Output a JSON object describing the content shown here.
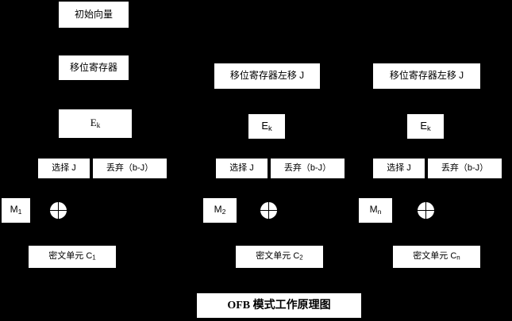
{
  "diagram": {
    "title": "OFB 模式工作原理图",
    "background_color": "#000000",
    "box_color": "#ffffff",
    "text_color": "#000000",
    "rows": {
      "iv_label": "初始向量",
      "shift_register_label": "移位寄存器",
      "shift_register_shift_label": "移位寄存器左移 J",
      "encrypt_label_html": "E",
      "encrypt_sub": "k",
      "select_label": "选择 J",
      "discard_label": "丢弃（b-J）",
      "ciphertext_label": "密文单元 C",
      "plaintext_label": "M",
      "xor_icon": "xor-circle-icon"
    },
    "columns": [
      {
        "index": 1,
        "shift_register": "移位寄存器",
        "encrypt": "E",
        "encrypt_sub": "k",
        "select": "选择 J",
        "discard": "丢弃（b-J）",
        "plaintext": "M",
        "plaintext_sub": "1",
        "ciphertext": "密文单元 C",
        "ciphertext_sub": "1"
      },
      {
        "index": 2,
        "shift_register": "移位寄存器左移 J",
        "encrypt": "E",
        "encrypt_sub": "k",
        "select": "选择 J",
        "discard": "丢弃（b-J）",
        "plaintext": "M",
        "plaintext_sub": "2",
        "ciphertext": "密文单元 C",
        "ciphertext_sub": "2"
      },
      {
        "index": 3,
        "shift_register": "移位寄存器左移 J",
        "encrypt": "E",
        "encrypt_sub": "k",
        "select": "选择 J",
        "discard": "丢弃（b-J）",
        "plaintext": "M",
        "plaintext_sub": "n",
        "ciphertext": "密文单元 C",
        "ciphertext_sub": "n"
      }
    ]
  }
}
